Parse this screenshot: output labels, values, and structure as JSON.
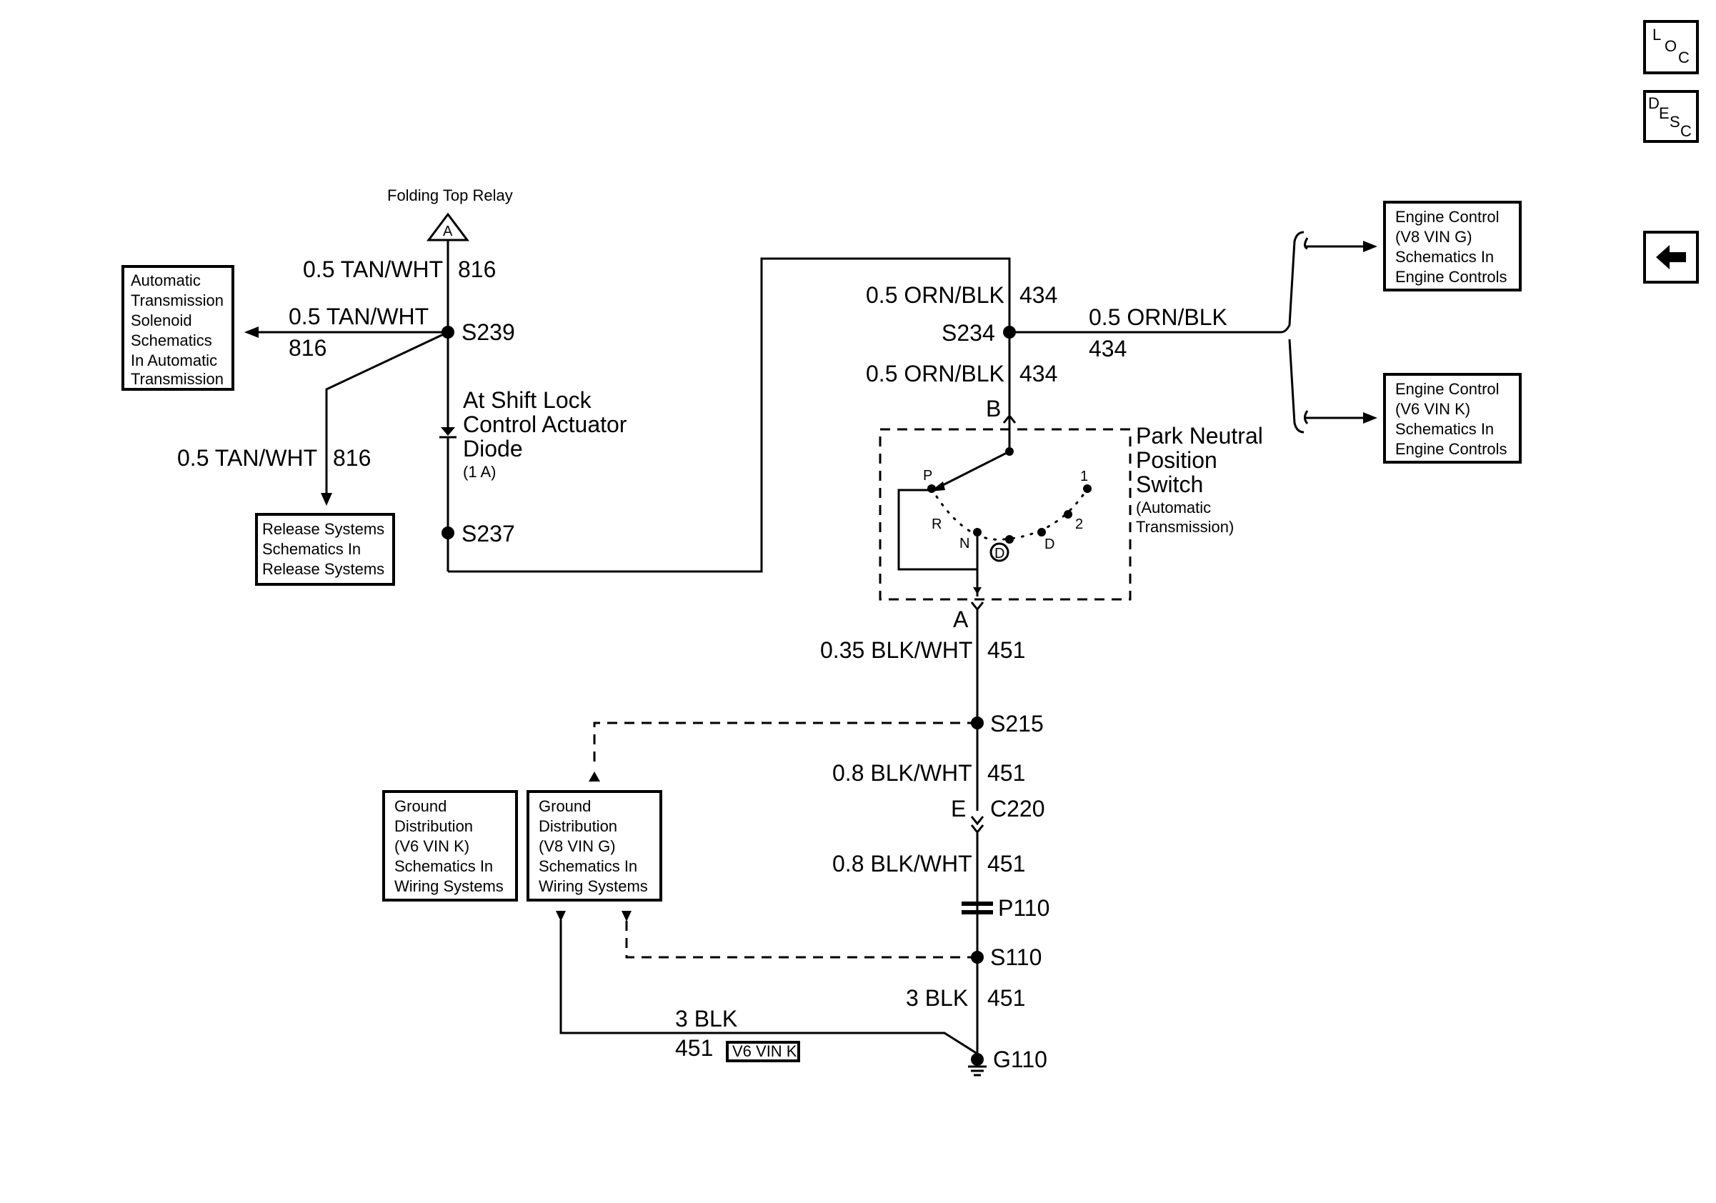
{
  "nav": {
    "loc": [
      "L",
      "O",
      "C"
    ],
    "desc": [
      "D",
      "E",
      "S",
      "C"
    ]
  },
  "relay": {
    "name": "Folding Top Relay",
    "terminal": "A"
  },
  "wires": {
    "tan_top": {
      "gauge_color": "0.5 TAN/WHT",
      "circuit": "816"
    },
    "tan_left": {
      "gauge_color": "0.5 TAN/WHT",
      "circuit": "816"
    },
    "tan_down": {
      "gauge_color": "0.5 TAN/WHT",
      "circuit": "816"
    },
    "orn_top": {
      "gauge_color": "0.5 ORN/BLK",
      "circuit": "434"
    },
    "orn_right": {
      "gauge_color": "0.5 ORN/BLK",
      "circuit": "434"
    },
    "orn_bottom": {
      "gauge_color": "0.5 ORN/BLK",
      "circuit": "434"
    },
    "blk_a": {
      "gauge_color": "0.35 BLK/WHT",
      "circuit": "451"
    },
    "blk_b": {
      "gauge_color": "0.8 BLK/WHT",
      "circuit": "451"
    },
    "blk_c": {
      "gauge_color": "0.8 BLK/WHT",
      "circuit": "451"
    },
    "blk_d": {
      "gauge_color": "3 BLK",
      "circuit": "451"
    },
    "blk_e": {
      "gauge_color": "3 BLK",
      "circuit": "451",
      "option": "V6 VIN K"
    }
  },
  "splices": {
    "s239": "S239",
    "s237": "S237",
    "s234": "S234",
    "s215": "S215",
    "s110": "S110"
  },
  "connectors": {
    "c220": "C220",
    "c220_pin": "E",
    "p110": "P110",
    "pnp_b": "B",
    "pnp_a": "A"
  },
  "ground": "G110",
  "diode": {
    "lines": [
      "At Shift Lock",
      "Control Actuator",
      "Diode"
    ],
    "note": "(1 A)"
  },
  "pnp_switch": {
    "lines": [
      "Park Neutral",
      "Position",
      "Switch"
    ],
    "note_lines": [
      "(Automatic",
      "Transmission)"
    ],
    "positions": [
      "P",
      "R",
      "N",
      "D",
      "D",
      "2",
      "1"
    ]
  },
  "boxes": {
    "auto_trans": [
      "Automatic",
      "Transmission",
      "Solenoid",
      "Schematics",
      "In Automatic",
      "Transmission"
    ],
    "release": [
      "Release Systems",
      "Schematics In",
      "Release Systems"
    ],
    "ground_k": [
      "Ground",
      "Distribution",
      "(V6 VIN K)",
      "Schematics In",
      "Wiring Systems"
    ],
    "ground_g": [
      "Ground",
      "Distribution",
      "(V8 VIN G)",
      "Schematics In",
      "Wiring Systems"
    ],
    "engine_g": [
      "Engine Control",
      "(V8 VIN G)",
      "Schematics In",
      "Engine Controls"
    ],
    "engine_k": [
      "Engine Control",
      "(V6 VIN K)",
      "Schematics In",
      "Engine Controls"
    ]
  }
}
